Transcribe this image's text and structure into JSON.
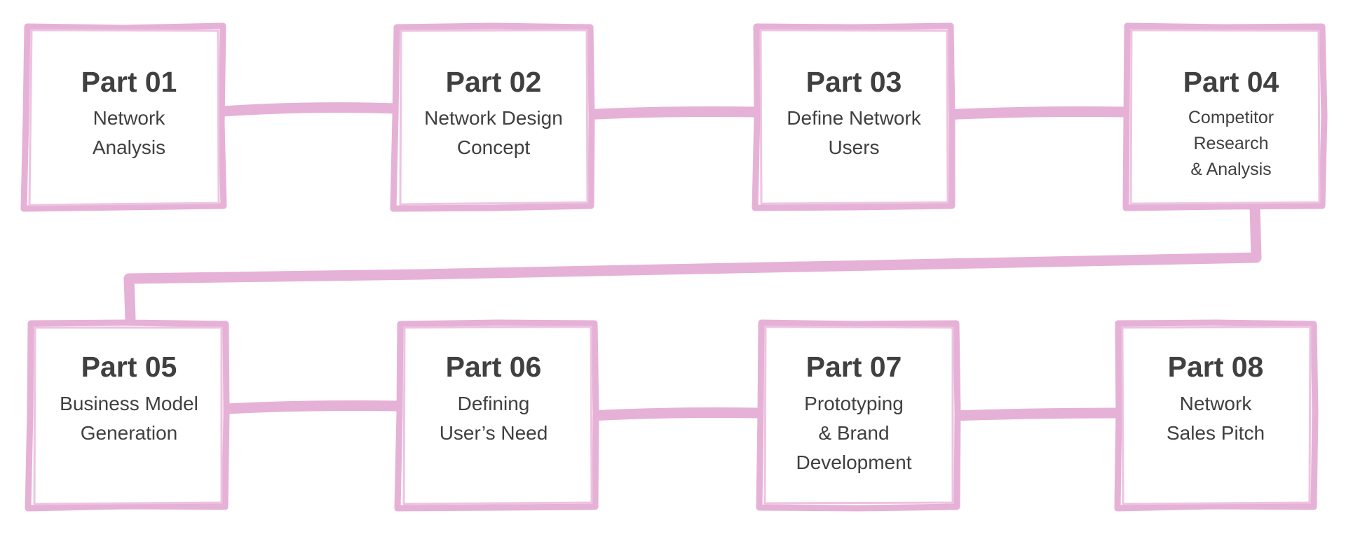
{
  "colors": {
    "accent": "#e6b1d6",
    "text": "#404040",
    "background": "#ffffff"
  },
  "steps": [
    {
      "title": "Part 01",
      "lines": [
        "Network",
        "Analysis"
      ]
    },
    {
      "title": "Part 02",
      "lines": [
        "Network Design",
        "Concept"
      ]
    },
    {
      "title": "Part 03",
      "lines": [
        "Define Network",
        "Users"
      ]
    },
    {
      "title": "Part 04",
      "lines": [
        "Competitor",
        "Research",
        "& Analysis"
      ]
    },
    {
      "title": "Part 05",
      "lines": [
        "Business Model",
        "Generation"
      ]
    },
    {
      "title": "Part 06",
      "lines": [
        "Defining",
        "User’s Need"
      ]
    },
    {
      "title": "Part 07",
      "lines": [
        "Prototyping",
        "& Brand",
        "Development"
      ]
    },
    {
      "title": "Part 08",
      "lines": [
        "Network",
        "Sales Pitch"
      ]
    }
  ]
}
